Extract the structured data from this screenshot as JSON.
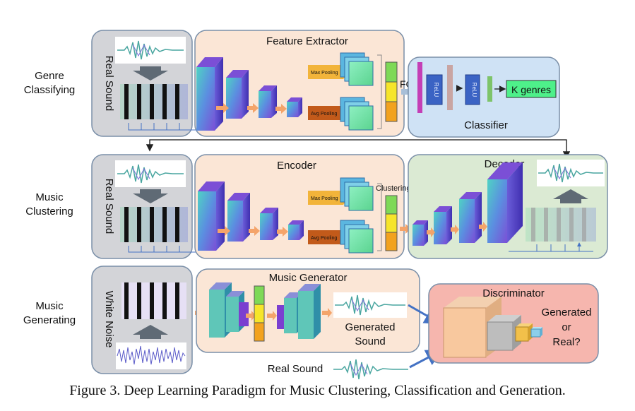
{
  "rows": {
    "genre": {
      "label_line1": "Genre",
      "label_line2": "Classifying",
      "input_label": "Real Sound",
      "extractor_title": "Feature Extractor",
      "max_pool": "Max Pooling",
      "avg_pool": "Avg Pooling",
      "fc": "FC",
      "relu1": "ReLU",
      "relu2": "ReLU",
      "output": "K genres",
      "classifier_title": "Classifier"
    },
    "cluster": {
      "label_line1": "Music",
      "label_line2": "Clustering",
      "input_label": "Real Sound",
      "encoder_title": "Encoder",
      "max_pool": "Max Pooling",
      "avg_pool": "Avg Pooling",
      "clustering": "Clustering",
      "decoder_title": "Decoder"
    },
    "generate": {
      "label_line1": "Music",
      "label_line2": "Generating",
      "input_label": "White Noise",
      "generator_title": "Music Generator",
      "generated_line1": "Generated",
      "generated_line2": "Sound",
      "real_sound": "Real Sound",
      "discriminator_title": "Discriminator",
      "disc_out_line1": "Generated",
      "disc_out_line2": "or",
      "disc_out_line3": "Real?"
    }
  },
  "caption": "Figure 3. Deep Learning Paradigm for Music Clustering, Classification and Generation.",
  "colors": {
    "gray_panel": "#d3d4d8",
    "peach_panel": "#fbe6d6",
    "blue_panel": "#cfe2f5",
    "green_panel": "#dbead3",
    "pink_panel": "#f6b6ae",
    "panel_border": "#7a8fa8",
    "arrow_orange": "#f4a46a",
    "arrow_gray": "#5f6a75",
    "connector_blue": "#4472c4"
  }
}
